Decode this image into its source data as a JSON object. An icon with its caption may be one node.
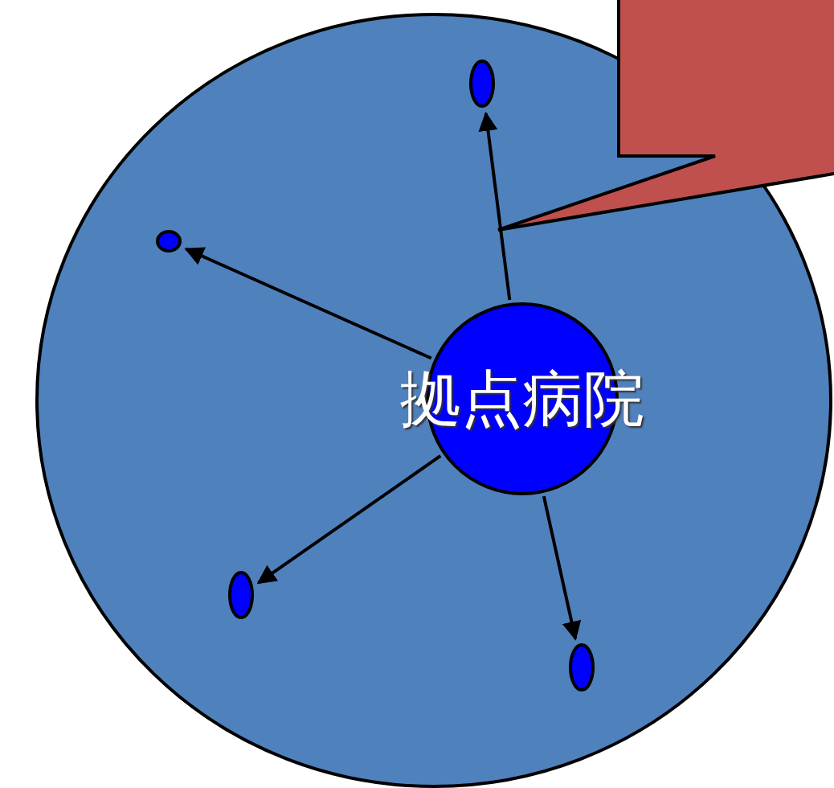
{
  "diagram": {
    "nodes": [
      {
        "text": [],
        "shape": "circle"
      },
      {
        "text": [
          "拠点病院"
        ],
        "in": 0
      },
      {
        "text": [],
        "shape": "circle",
        "in": 0
      },
      {
        "text": [],
        "shape": "circle",
        "in": 0
      },
      {
        "text": [],
        "shape": "circle",
        "in": 0
      },
      {
        "text": [],
        "shape": "circle",
        "in": 0
      },
      {
        "text": [],
        "shape": "box"
      }
    ],
    "edges": [
      {
        "from": 1,
        "to": 2,
        "arrow": "to"
      },
      {
        "from": 1,
        "to": 3,
        "arrow": "to"
      },
      {
        "from": 1,
        "to": 4,
        "arrow": "to"
      },
      {
        "from": 1,
        "to": 5,
        "arrow": "to"
      }
    ]
  }
}
